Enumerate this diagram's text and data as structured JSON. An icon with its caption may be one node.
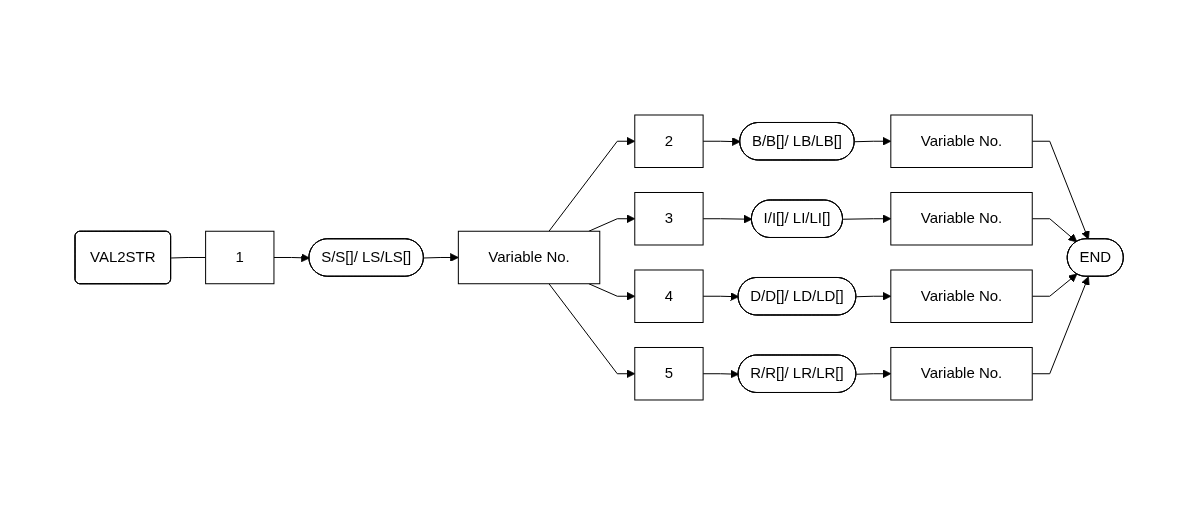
{
  "diagram": {
    "nodes": [
      {
        "text": [
          "VAL2STR"
        ]
      },
      {
        "text": [
          "1"
        ]
      },
      {
        "text": [
          "S/S[]/ LS/LS[]"
        ]
      },
      {
        "text": [
          "Variable No."
        ]
      },
      {
        "text": [
          "2"
        ]
      },
      {
        "text": [
          "B/B[]/ LB/LB[]"
        ]
      },
      {
        "text": [
          "Variable No."
        ]
      },
      {
        "text": [
          "3"
        ]
      },
      {
        "text": [
          "I/I[]/ LI/LI[]"
        ]
      },
      {
        "text": [
          "Variable No."
        ]
      },
      {
        "text": [
          "4"
        ]
      },
      {
        "text": [
          "D/D[]/ LD/LD[]"
        ]
      },
      {
        "text": [
          "Variable No."
        ]
      },
      {
        "text": [
          "5"
        ]
      },
      {
        "text": [
          "R/R[]/ LR/LR[]"
        ]
      },
      {
        "text": [
          "Variable No."
        ]
      },
      {
        "text": [
          "END"
        ]
      }
    ],
    "edges": [
      {
        "from": 0,
        "to": 1,
        "arrow": "none"
      },
      {
        "from": 1,
        "to": 2,
        "arrow": "to"
      },
      {
        "from": 2,
        "to": 3,
        "arrow": "to"
      },
      {
        "from": 3,
        "to": 4,
        "arrow": "to"
      },
      {
        "from": 3,
        "to": 7,
        "arrow": "to"
      },
      {
        "from": 3,
        "to": 10,
        "arrow": "to"
      },
      {
        "from": 3,
        "to": 13,
        "arrow": "to"
      },
      {
        "from": 4,
        "to": 5,
        "arrow": "to"
      },
      {
        "from": 5,
        "to": 6,
        "arrow": "to"
      },
      {
        "from": 7,
        "to": 8,
        "arrow": "to"
      },
      {
        "from": 8,
        "to": 9,
        "arrow": "to"
      },
      {
        "from": 10,
        "to": 11,
        "arrow": "to"
      },
      {
        "from": 11,
        "to": 12,
        "arrow": "to"
      },
      {
        "from": 13,
        "to": 14,
        "arrow": "to"
      },
      {
        "from": 14,
        "to": 15,
        "arrow": "to"
      },
      {
        "from": 6,
        "to": 16,
        "arrow": "to"
      },
      {
        "from": 9,
        "to": 16,
        "arrow": "to"
      },
      {
        "from": 12,
        "to": 16,
        "arrow": "to"
      },
      {
        "from": 15,
        "to": 16,
        "arrow": "to"
      }
    ]
  }
}
